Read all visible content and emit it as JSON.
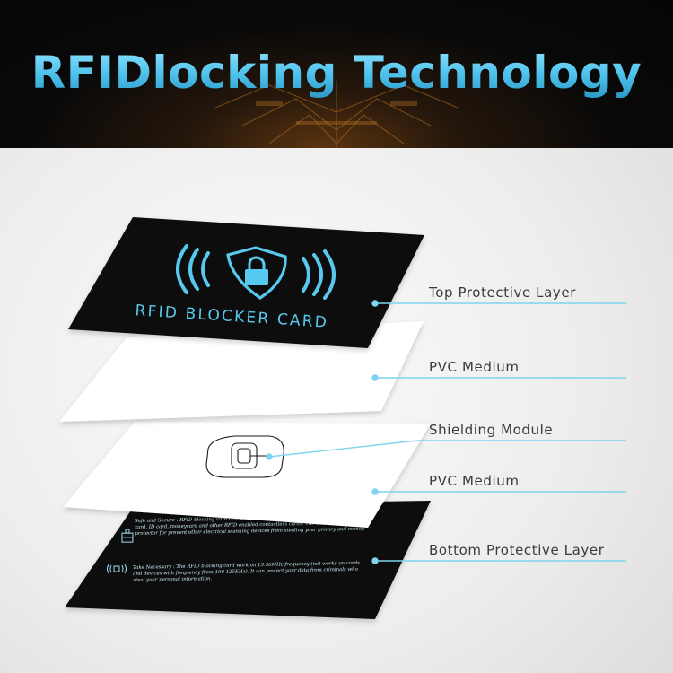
{
  "title": "RFIDlocking Technology",
  "card": {
    "front_text": "RFID BLOCKER CARD",
    "back_text_1": "Safe and Secure : RFID blocking card can scramble and jam RFID signals, protects credit card, ID card, moneycard and other RFID enabled contactless cards. The RFID card is great protector for prevent other electrical scanning devices from stealing your privacy and money.",
    "back_text_2": "Take Necessary : The RFID blocking card work on 13.56MHz frequency (not works on cards and devices with frequency from 100-125KHz). It can protect your data from criminals who steal your personal information."
  },
  "layers": [
    {
      "name": "Top Protective Layer"
    },
    {
      "name": "PVC Medium"
    },
    {
      "name": "Shielding Module"
    },
    {
      "name": "PVC Medium"
    },
    {
      "name": "Bottom Protective Layer"
    }
  ],
  "colors": {
    "accent": "#58c9ee",
    "line": "#7fd3f0",
    "card_black": "#0a0a0a",
    "card_white": "#ffffff"
  }
}
